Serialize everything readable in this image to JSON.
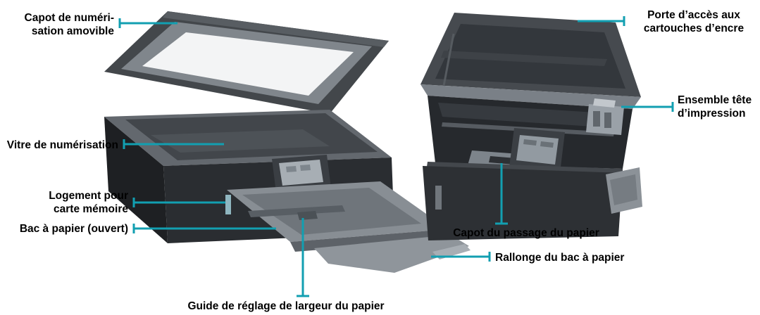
{
  "figure": {
    "background": "#ffffff",
    "callout_color": "#129fb1",
    "text_color": "#000000",
    "description": "Printer parts diagram, two views: left view closed with open paper tray, right view with ink cartridge door open"
  },
  "labels": {
    "scanner_lid": "Capot de numéri-\nsation amovible",
    "scanner_glass": "Vitre de numérisation",
    "memory_card_slot": "Logement pour\ncarte mémoire",
    "paper_tray": "Bac à papier (ouvert)",
    "paper_width_guide": "Guide de réglage de largeur du papier",
    "cartridge_access_door": "Porte d’accès aux\ncartouches d’encre",
    "printhead_assembly": "Ensemble tête\nd’impression",
    "paper_path_cover": "Capot du passage du papier",
    "tray_extender": "Rallonge du bac à papier"
  }
}
